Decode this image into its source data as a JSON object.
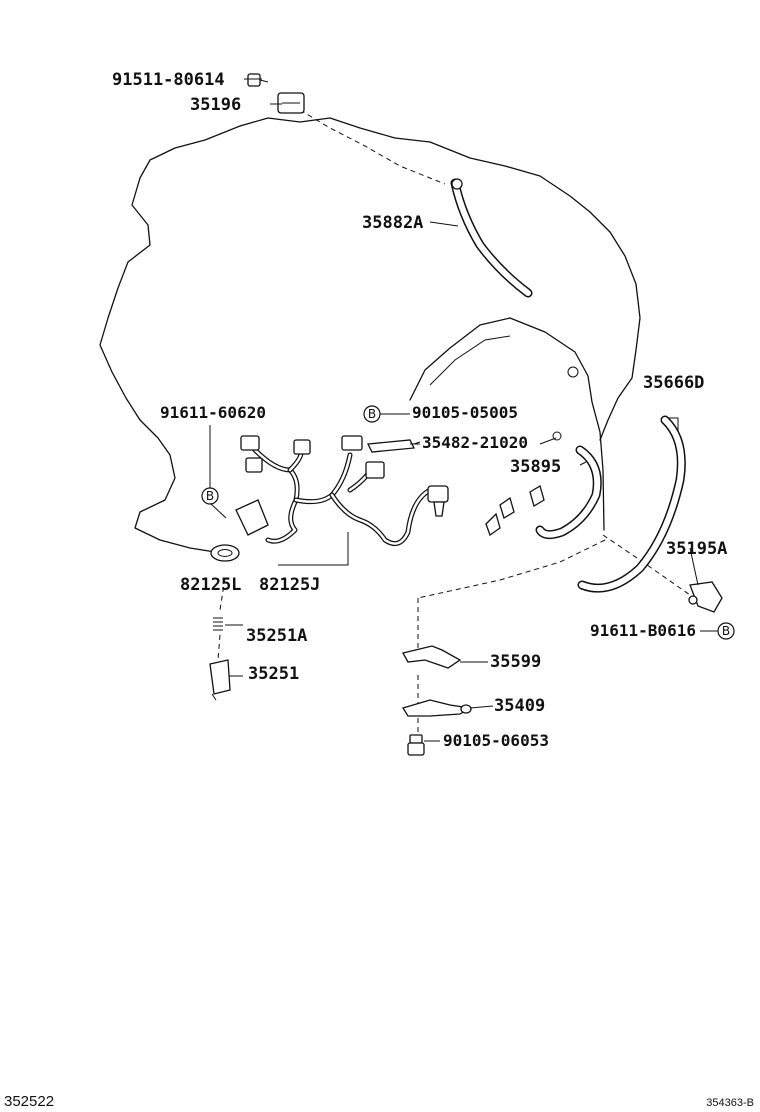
{
  "parts": {
    "p91511_80614": "91511-80614",
    "p35196": "35196",
    "p35882A": "35882A",
    "p35666D": "35666D",
    "p91611_60620": "91611-60620",
    "p90105_05005": "90105-05005",
    "p35482_21020": "35482-21020",
    "p35895": "35895",
    "p35195A": "35195A",
    "p82125L": "82125L",
    "p82125J": "82125J",
    "p91611_B0616": "91611-B0616",
    "p35251A": "35251A",
    "p35251": "35251",
    "p35599": "35599",
    "p35409": "35409",
    "p90105_06053": "90105-06053"
  },
  "callouts": {
    "b1": "B",
    "b2": "B",
    "b3": "B"
  },
  "footer": {
    "left_code": "352522",
    "right_code": "354363-B"
  },
  "colors": {
    "ink": "#111111",
    "paper": "#ffffff"
  }
}
